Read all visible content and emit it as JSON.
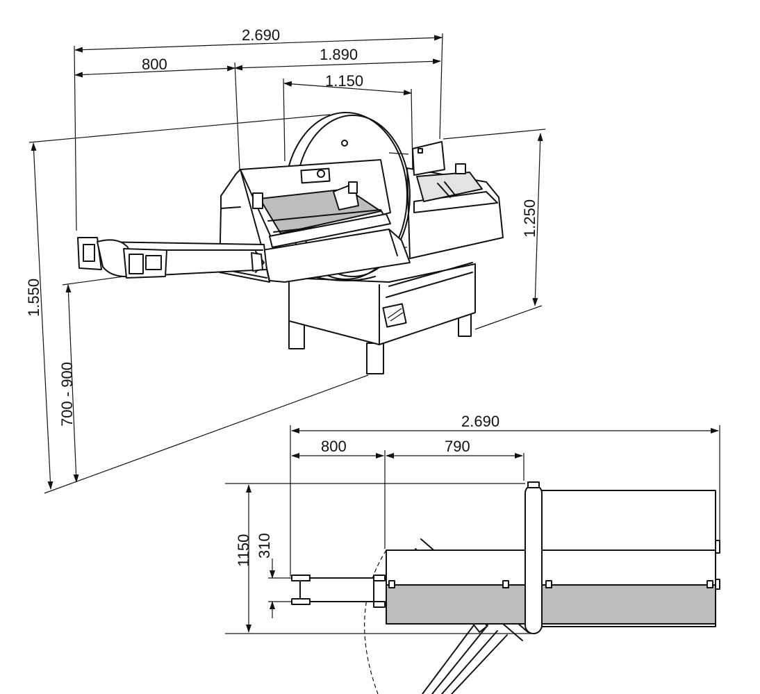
{
  "perspective_view": {
    "dimensions": {
      "total_length": "2.690",
      "carriage_length": "800",
      "body_length": "1.890",
      "blade_span": "1.150",
      "body_height": "1.250",
      "total_height": "1.550",
      "working_height": "700 - 900"
    }
  },
  "top_view": {
    "dimensions": {
      "total_length": "2.690",
      "carriage_length": "800",
      "table_length": "790",
      "total_depth": "1150",
      "rail_spacing": "310"
    }
  }
}
